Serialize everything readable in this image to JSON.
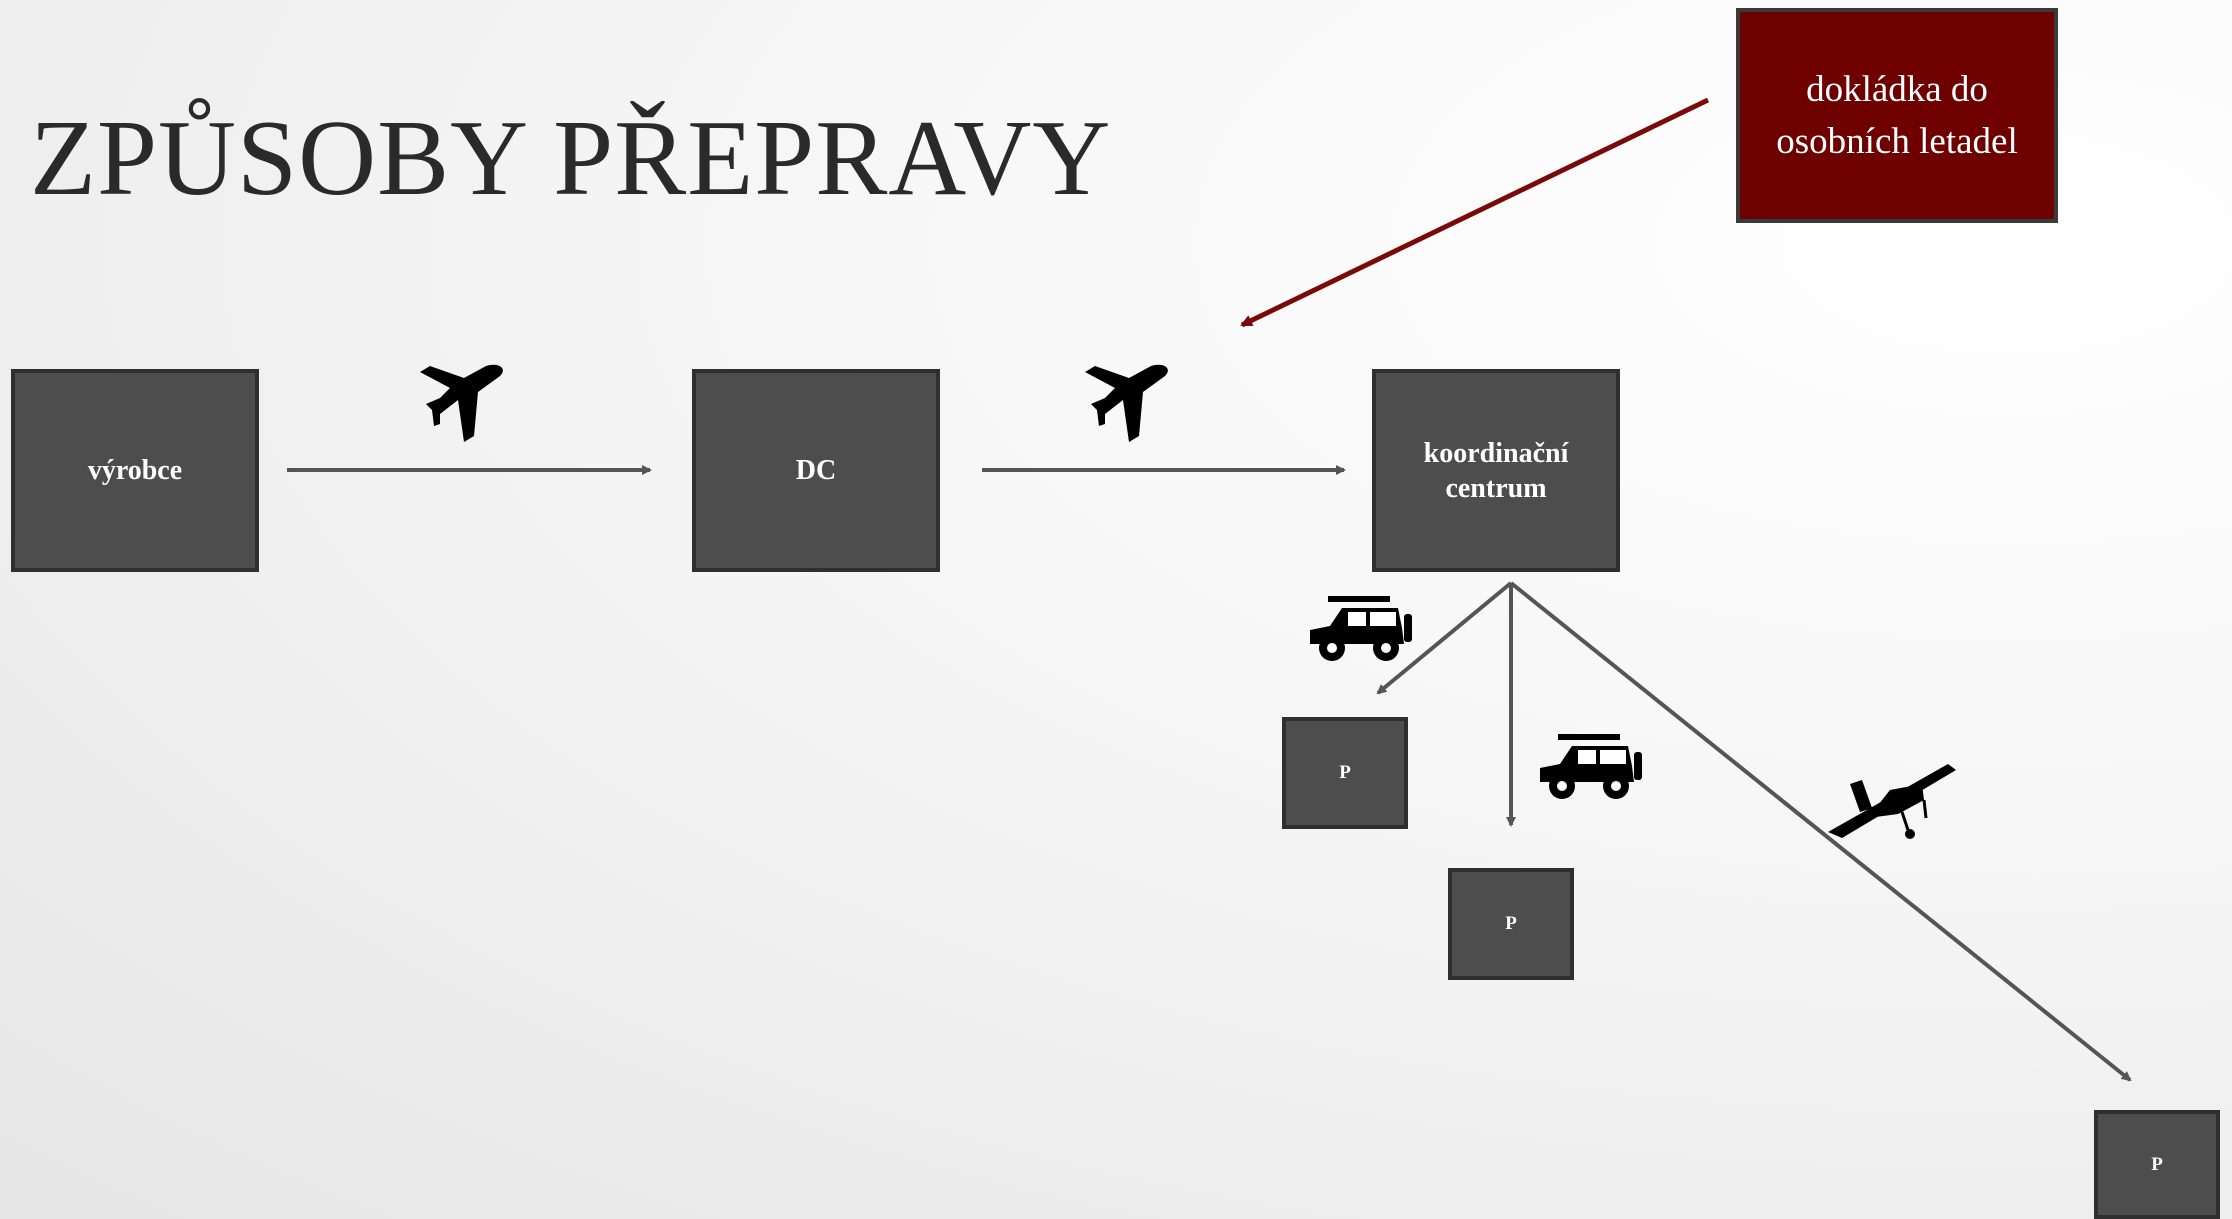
{
  "title": "ZPŮSOBY PŘEPRAVY",
  "callout": {
    "text": "dokládka do osobních letadel",
    "color": "#6e0000"
  },
  "nodes": {
    "manufacturer": "výrobce",
    "dc": "DC",
    "coordination_center": "koordinační centrum",
    "point_1": "P",
    "point_2": "P",
    "point_3": "P"
  },
  "transport_icons": [
    "airplane-icon",
    "airplane-icon",
    "car-icon",
    "car-icon",
    "small-plane-icon"
  ],
  "colors": {
    "box_fill": "#4d4d4d",
    "connector": "#555555",
    "callout_arrow": "#7a0a0a"
  }
}
